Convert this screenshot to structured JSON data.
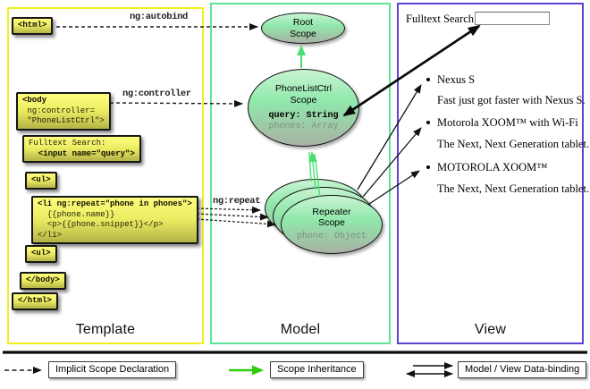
{
  "columns": {
    "template": "Template",
    "model": "Model",
    "view": "View"
  },
  "template_code": {
    "html_open": "<html>",
    "body_open_l1": "<body\n",
    "body_open_rest": " ng:controller=\n \"PhoneListCtrl\">",
    "fulltext_l1": "Fulltext Search:\n",
    "fulltext_l2": "  <input name=\"query\">",
    "ul_open": "<ul>",
    "li_l1": "<li ng:repeat=\"phone in phones\">\n",
    "li_rest": "  {{phone.name}}\n  <p>{{phone.snippet}}</p>\n</li>",
    "ul_close": "<ul>",
    "body_close": "</body>",
    "html_close": "</html>"
  },
  "directive_labels": {
    "autobind": "ng:autobind",
    "controller": "ng:controller",
    "repeat": "ng:repeat"
  },
  "scopes": {
    "root": {
      "name": "Root\nScope"
    },
    "phonelistctrl": {
      "name": "PhoneListCtrl\nScope",
      "prop_query": "query: String",
      "prop_phones": "phones: Array"
    },
    "repeater": {
      "name": "Repeater\nScope",
      "prop_phone": "phone: Object"
    }
  },
  "view": {
    "search_label": "Fulltext Search:",
    "search_value": "",
    "items": [
      {
        "title": "Nexus S",
        "desc": "Fast just got faster with Nexus S."
      },
      {
        "title": "Motorola XOOM™ with Wi-Fi",
        "desc": "The Next, Next Generation tablet."
      },
      {
        "title": "MOTOROLA XOOM™",
        "desc": "The Next, Next Generation tablet."
      }
    ]
  },
  "legend": {
    "implicit": "Implicit Scope Declaration",
    "inheritance": "Scope Inheritance",
    "binding": "Model / View Data-binding"
  },
  "colors": {
    "template_border": "#f2ef1f",
    "model_border": "#5fe394",
    "view_border": "#5a44d4",
    "code_box_top": "#fdfd7e",
    "code_box_bottom": "#b3b347",
    "scope_fill_top": "#c9f4d3",
    "scope_fill_mid": "#90e8ab",
    "scope_fill_bottom": "#a8b1a3",
    "inheritance_green": "#4ade70",
    "legend_green": "#2ecc0a"
  }
}
